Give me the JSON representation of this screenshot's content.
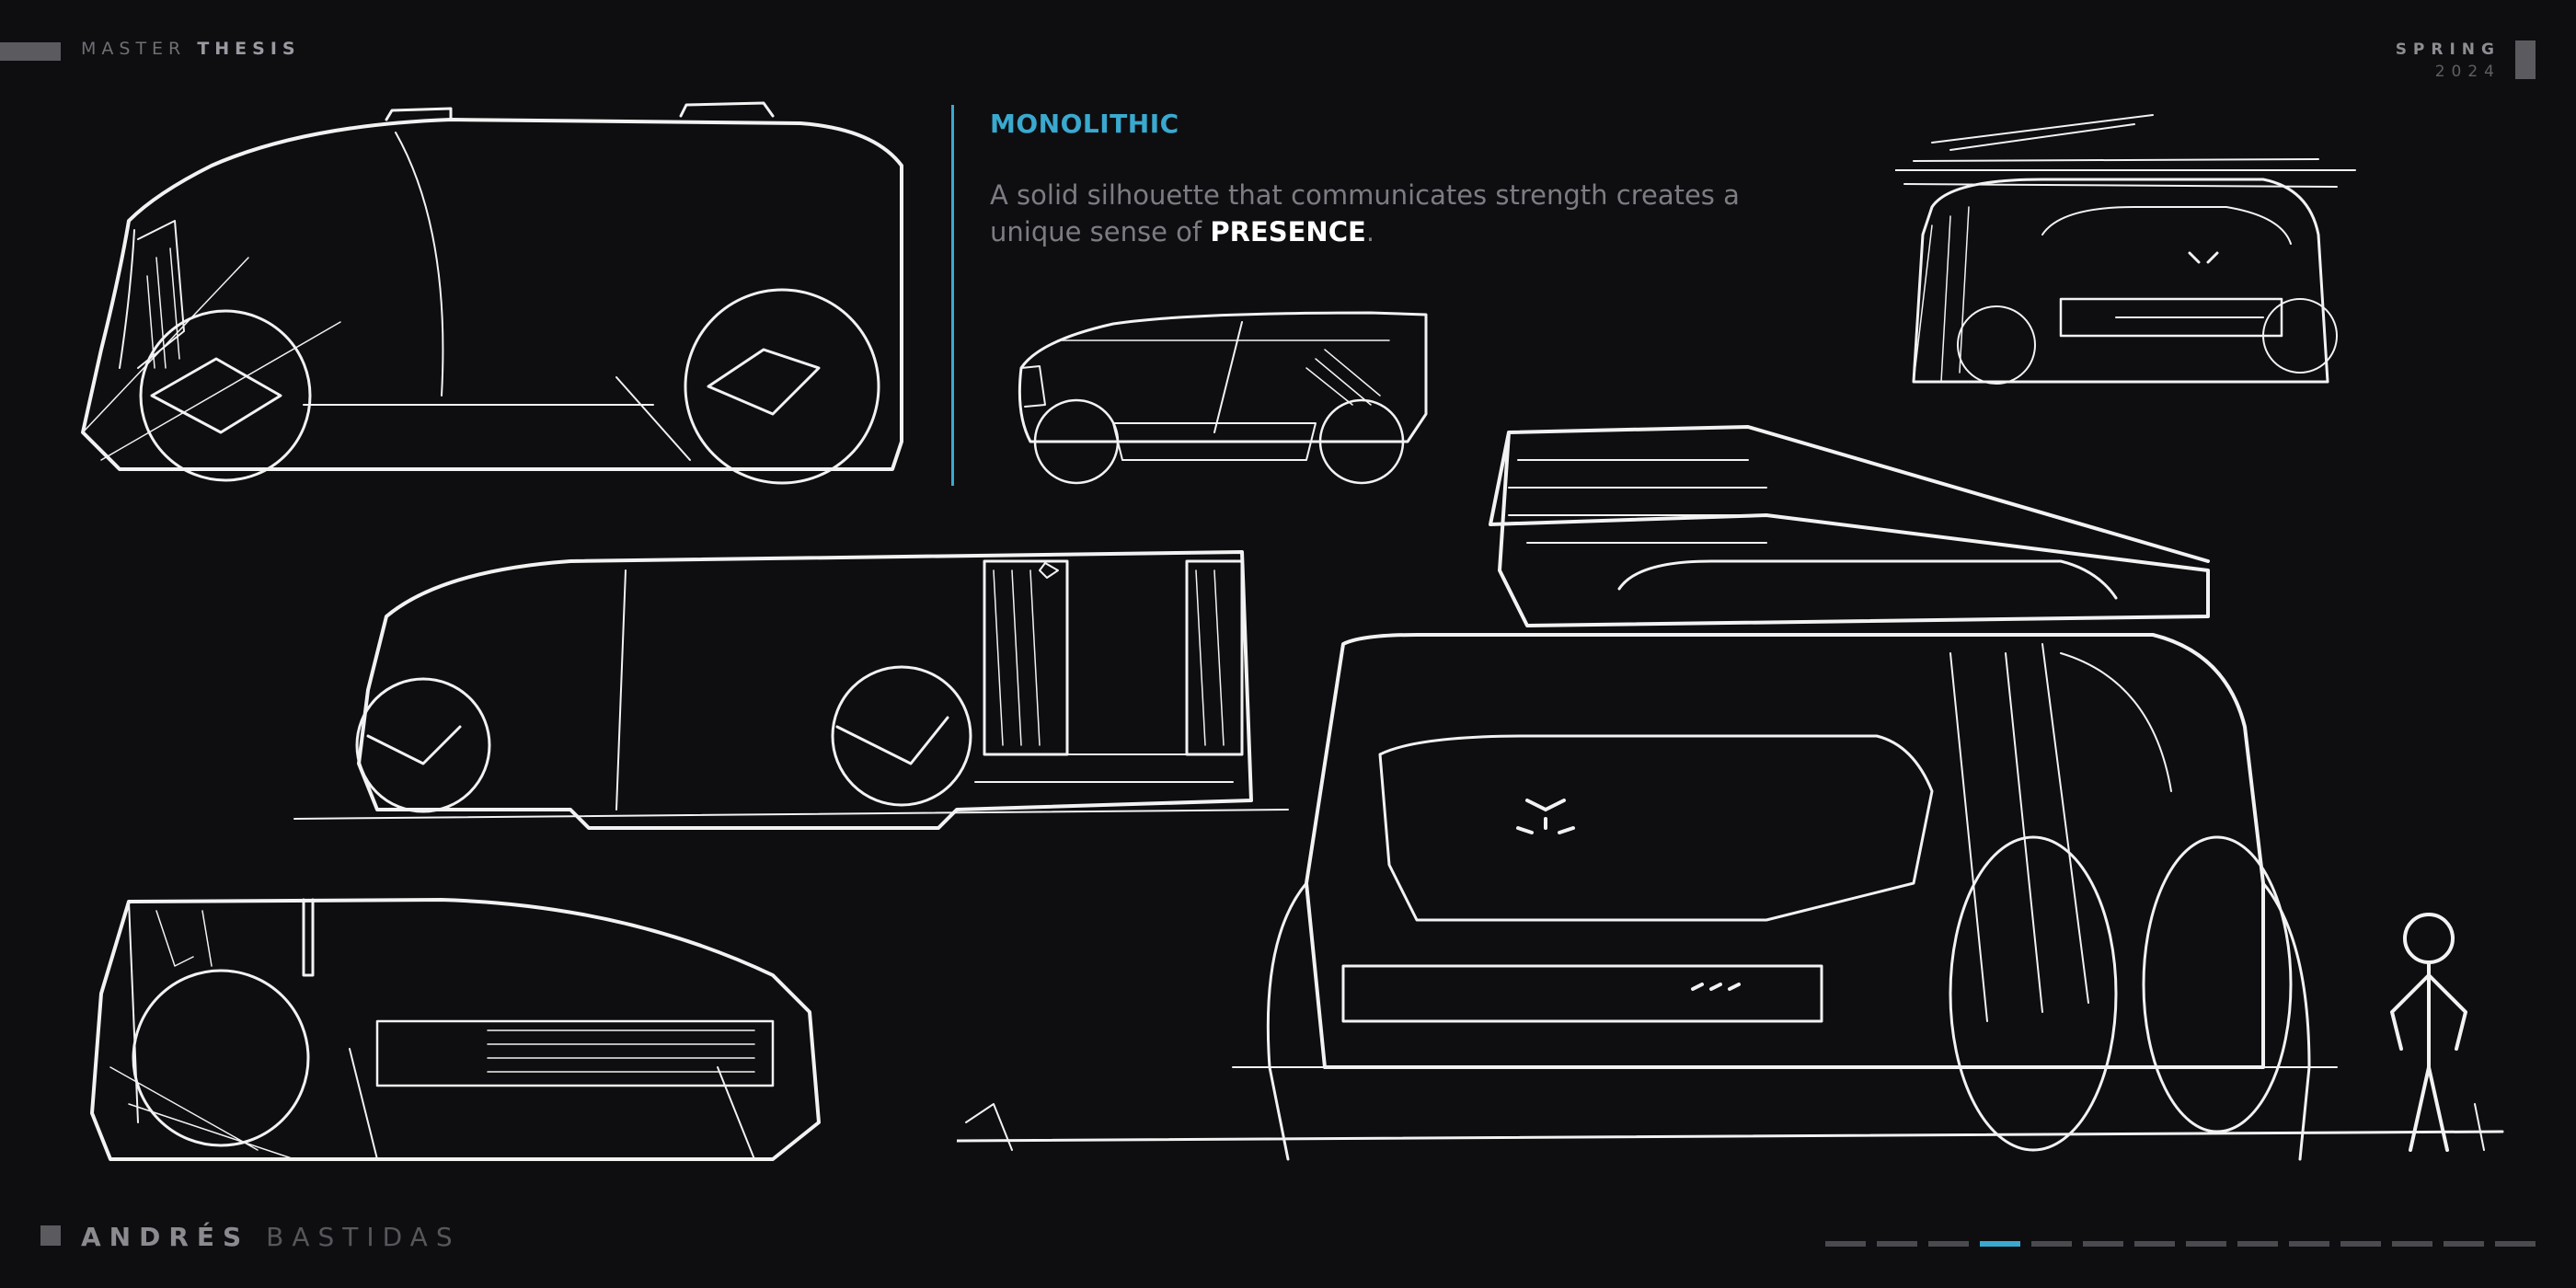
{
  "header": {
    "left_light": "MASTER",
    "left_bold": "THESIS",
    "season": "SPRING",
    "year": "2024"
  },
  "section": {
    "title": "MONOLITHIC",
    "desc_pre": "A solid silhouette that communicates strength creates a unique sense of ",
    "desc_emph": "PRESENCE",
    "desc_post": "."
  },
  "footer": {
    "first_name": "ANDRÉS",
    "last_name": "BASTIDAS"
  },
  "pager": {
    "total": 14,
    "active_index": 3
  },
  "colors": {
    "background": "#0e0e11",
    "accent": "#3aa9cf",
    "sketch_stroke": "#f2f2f2"
  }
}
